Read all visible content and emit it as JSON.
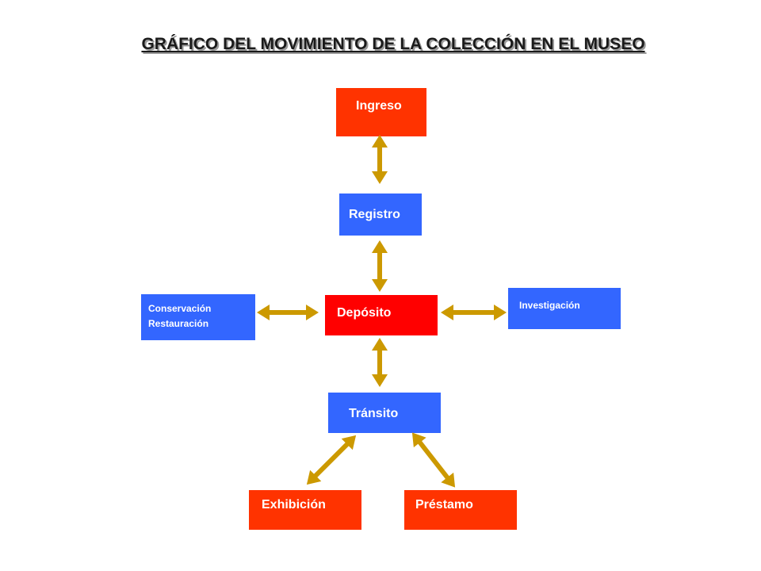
{
  "title": "GRÁFICO DEL MOVIMIENTO DE LA COLECCIÓN EN EL MUSEO",
  "nodes": {
    "ingreso": "Ingreso",
    "registro": "Registro",
    "deposito": "Depósito",
    "conservacion": "Conservación",
    "restauracion": "Restauración",
    "investigacion": "Investigación",
    "transito": "Tránsito",
    "exhibicion": "Exhibición",
    "prestamo": "Préstamo"
  },
  "colors": {
    "red": "#ff3300",
    "blue": "#3366ff",
    "deposito": "#ff0000",
    "arrow": "#cc9900"
  }
}
